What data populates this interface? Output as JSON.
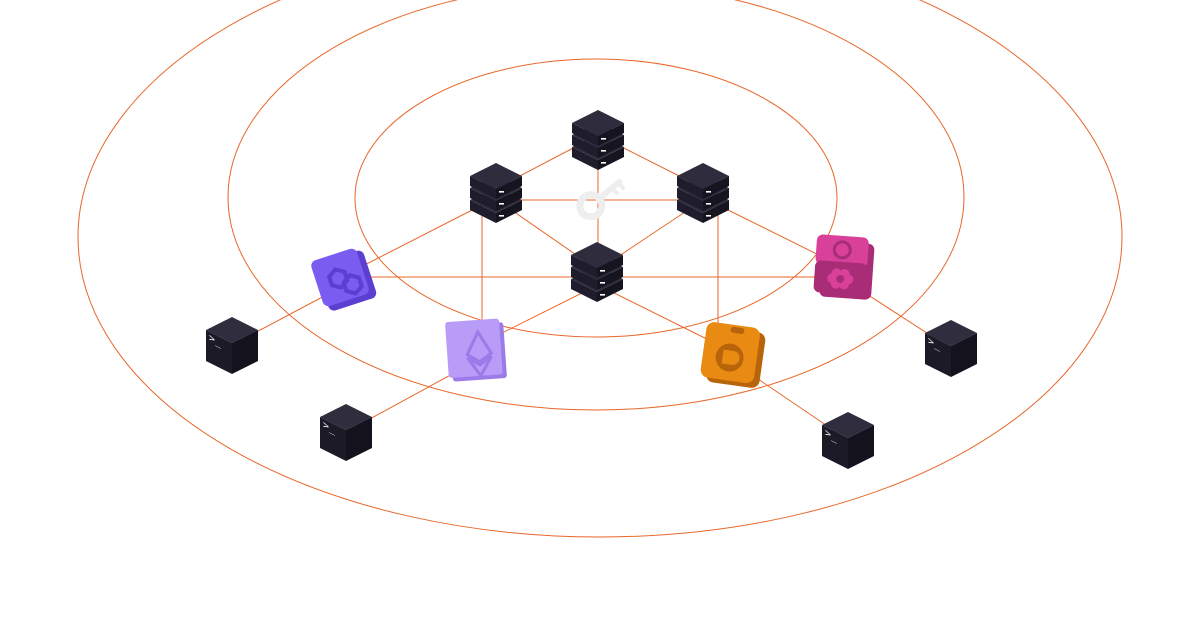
{
  "colors": {
    "background": "#ffffff",
    "orbit_line": "#e8672a",
    "link_line": "#e8672a",
    "server_dark": "#1f1d2b",
    "server_top": "#2e2c3d",
    "server_led": "#ffffff",
    "terminal_top": "#2f2d3e",
    "terminal_left": "#1c1a27",
    "terminal_right": "#14131d",
    "key_color": "#eeeeee"
  },
  "terminal_prompt": ">_",
  "nodes": {
    "key": {
      "icon": "key-icon"
    },
    "servers": [
      {
        "id": "server-top",
        "icon": "server-stack-icon"
      },
      {
        "id": "server-left",
        "icon": "server-stack-icon"
      },
      {
        "id": "server-right",
        "icon": "server-stack-icon"
      },
      {
        "id": "server-center",
        "icon": "server-stack-icon"
      }
    ],
    "cubes": [
      {
        "id": "chainlink-cube",
        "icon": "chainlink-icon",
        "face": "#7b5cf0",
        "side": "#5a3fd0",
        "top": "#9a82f7"
      },
      {
        "id": "ethereum-cube",
        "icon": "ethereum-icon",
        "face": "#b99cf7",
        "side": "#9a7be8",
        "top": "#d2bffb"
      },
      {
        "id": "dash-cube",
        "icon": "dash-icon",
        "face": "#e98a12",
        "side": "#b8640a",
        "top": "#f5a53a"
      },
      {
        "id": "flower-cube",
        "icon": "flower-icon",
        "face": "#d9409a",
        "side": "#a82d76",
        "top": "#f08bc4"
      }
    ],
    "terminals": [
      {
        "id": "terminal-left",
        "icon": "terminal-icon"
      },
      {
        "id": "terminal-bottom-left",
        "icon": "terminal-icon"
      },
      {
        "id": "terminal-bottom-right",
        "icon": "terminal-icon"
      },
      {
        "id": "terminal-right",
        "icon": "terminal-icon"
      }
    ]
  }
}
